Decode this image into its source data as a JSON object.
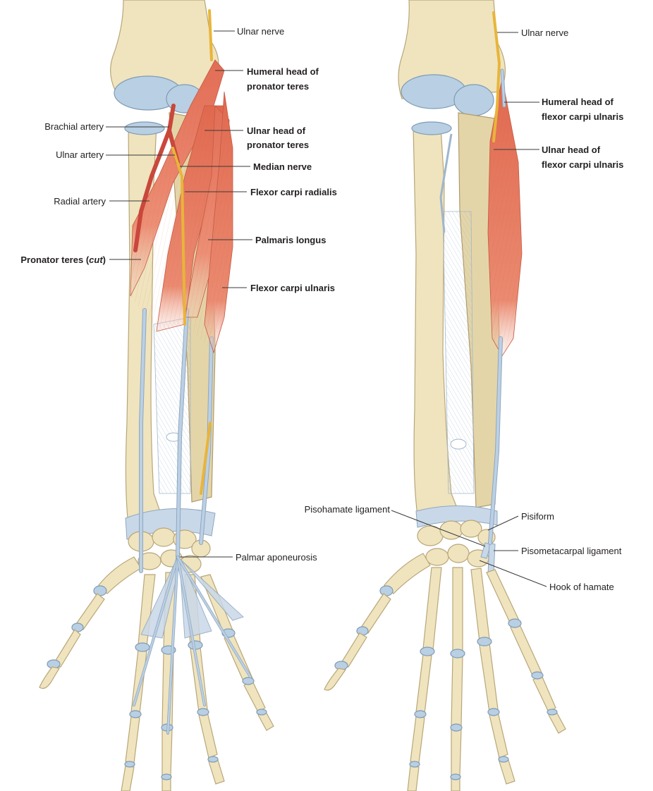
{
  "labels_left": {
    "ulnar_nerve": "Ulnar nerve",
    "humeral_head_pt_1": "Humeral head of",
    "humeral_head_pt_2": "pronator teres",
    "brachial_artery": "Brachial artery",
    "ulnar_head_pt_1": "Ulnar head of",
    "ulnar_head_pt_2": "pronator teres",
    "ulnar_artery": "Ulnar artery",
    "median_nerve": "Median nerve",
    "flexor_carpi_radialis": "Flexor carpi radialis",
    "radial_artery": "Radial artery",
    "palmaris_longus": "Palmaris longus",
    "pronator_teres_cut_a": "Pronator teres (",
    "pronator_teres_cut_b": "cut",
    "pronator_teres_cut_c": ")",
    "flexor_carpi_ulnaris": "Flexor carpi ulnaris",
    "palmar_aponeurosis": "Palmar aponeurosis"
  },
  "labels_right": {
    "ulnar_nerve": "Ulnar nerve",
    "humeral_head_fcu_1": "Humeral head of",
    "humeral_head_fcu_2": "flexor carpi ulnaris",
    "ulnar_head_fcu_1": "Ulnar head of",
    "ulnar_head_fcu_2": "flexor carpi ulnaris",
    "pisohamate_ligament": "Pisohamate ligament",
    "pisiform": "Pisiform",
    "pisometacarpal_ligament": "Pisometacarpal ligament",
    "hook_of_hamate": "Hook of hamate"
  },
  "colors": {
    "bone": "#efe4be",
    "cartilage": "#b9cfe3",
    "muscle": "#e8826a",
    "tendon": "#bcd0e4",
    "nerve": "#e8b53a",
    "artery": "#c9473b"
  }
}
